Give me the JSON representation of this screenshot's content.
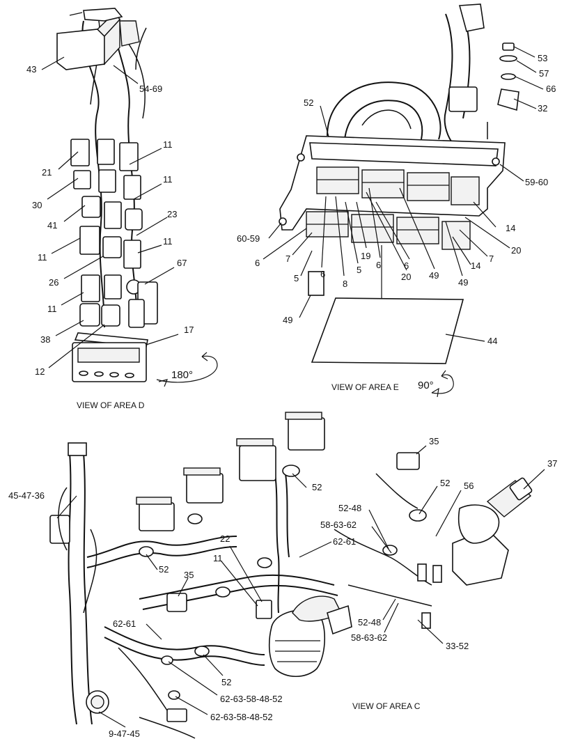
{
  "captions": {
    "area_d": "VIEW OF AREA D",
    "area_e": "VIEW OF AREA E",
    "area_c": "VIEW OF AREA C"
  },
  "rotations": {
    "area_d": "180°",
    "area_e": "90°"
  },
  "labels": {
    "area_d": [
      "43",
      "54-69",
      "11",
      "21",
      "11",
      "30",
      "41",
      "23",
      "11",
      "11",
      "67",
      "26",
      "11",
      "38",
      "17",
      "12"
    ],
    "area_e": [
      "53",
      "57",
      "66",
      "32",
      "52",
      "59-60",
      "60-59",
      "14",
      "20",
      "6",
      "7",
      "6",
      "8",
      "5",
      "19",
      "6",
      "20",
      "6",
      "49",
      "49",
      "7",
      "14",
      "5",
      "49",
      "44"
    ],
    "area_c": [
      "35",
      "37",
      "52",
      "56",
      "45-47-36",
      "52",
      "52-48",
      "58-63-62",
      "62-61",
      "52",
      "22",
      "11",
      "35",
      "52-48",
      "58-63-62",
      "33-52",
      "62-61",
      "52",
      "62-63-58-48-52",
      "62-63-58-48-52",
      "9-47-45"
    ]
  }
}
